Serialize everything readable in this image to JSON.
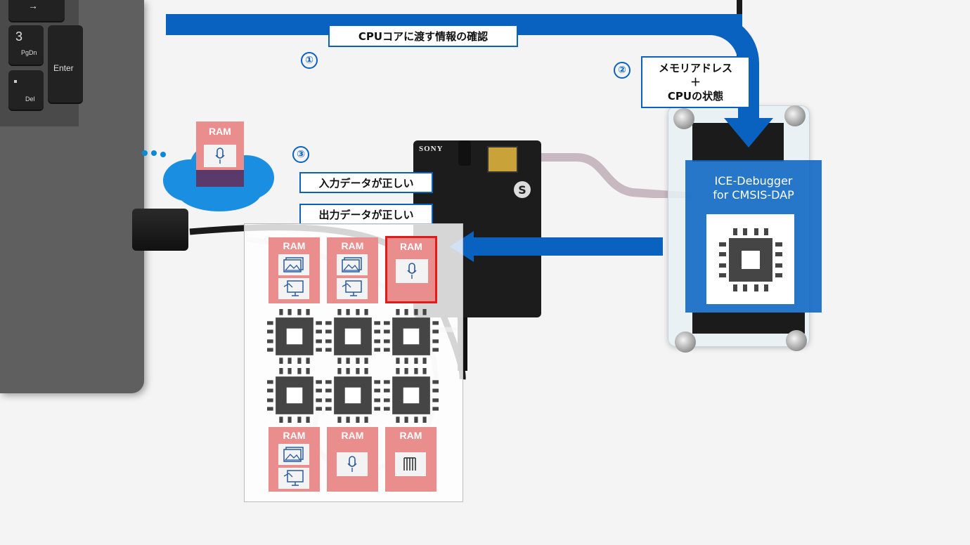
{
  "laptop": {
    "keys": [
      "→",
      "3",
      "PgDn",
      "Enter",
      "Del"
    ]
  },
  "arrows": {
    "top_label": "CPUコアに渡す情報の確認",
    "memory_label_line1": "メモリアドレス",
    "memory_label_line2": "＋",
    "memory_label_line3": "CPUの状態",
    "input_label": "入力データが正しい",
    "output_label": "出力データが正しい"
  },
  "steps": [
    "①",
    "②",
    "③"
  ],
  "spresense": {
    "logo": "SONY"
  },
  "debugger": {
    "title_line1": "ICE-Debugger",
    "title_line2": "for CMSIS-DAP",
    "icon": "cpu-chip-icon"
  },
  "cloud_ram": {
    "title": "RAM",
    "icon": "microphone-icon"
  },
  "grid": {
    "ram_top": [
      {
        "title": "RAM",
        "icons": [
          "image-icon",
          "monitor-image-icon"
        ]
      },
      {
        "title": "RAM",
        "icons": [
          "image-icon",
          "monitor-image-icon"
        ]
      },
      {
        "title": "RAM",
        "icons": [
          "microphone-icon"
        ],
        "selected": true
      }
    ],
    "cores": 6,
    "ram_bottom": [
      {
        "title": "RAM",
        "icons": [
          "image-icon",
          "monitor-image-icon"
        ]
      },
      {
        "title": "RAM",
        "icons": [
          "microphone-icon"
        ]
      },
      {
        "title": "RAM",
        "icons": [
          "audio-wave-icon"
        ]
      }
    ]
  },
  "colors": {
    "arrow_blue": "#0a62c0",
    "ram_pink": "#e98d8d",
    "selected_red": "#e21b1b",
    "chip_gray": "#454545"
  }
}
